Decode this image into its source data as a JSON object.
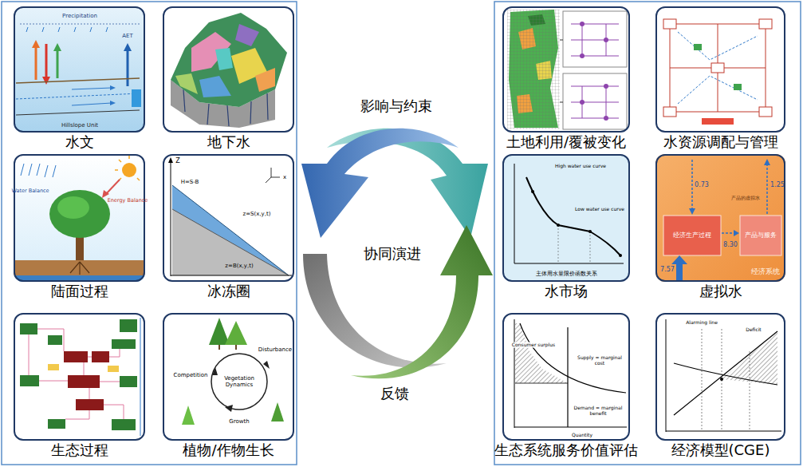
{
  "diagram": {
    "nodes": [
      {
        "text": [
          "水文"
        ]
      },
      {
        "text": [
          "地下水"
        ]
      },
      {
        "text": [
          "陆面过程"
        ]
      },
      {
        "text": [
          "冰冻圈"
        ]
      },
      {
        "text": [
          "生态过程"
        ]
      },
      {
        "text": [
          "植物/作物生长"
        ]
      },
      {
        "text": [
          "土地利用/覆被变化"
        ]
      },
      {
        "text": [
          "水资源调配与管理"
        ]
      },
      {
        "text": [
          "水市场"
        ]
      },
      {
        "text": [
          "虚拟水"
        ]
      },
      {
        "text": [
          "生态系统服务价值评估"
        ]
      },
      {
        "text": [
          "经济模型(CGE)"
        ]
      }
    ],
    "labels": [
      "影响与约束",
      "协同演进",
      "反馈",
      "Precipitation",
      "AET",
      "Hillslope Unit",
      "Water Balance",
      "Energy Balance",
      "Z",
      "x",
      "H=S-B",
      "z=S(x,y,t)",
      "z=B(x,y,t)",
      "Disturbance",
      "Competition",
      "Vegetation Dynamics",
      "Growth",
      "High water use curve",
      "Low water use curve",
      "主体用水量限价函数关系",
      "0.73",
      "1.25",
      "产品的虚拟水",
      "经济生产过程",
      "产品与服务",
      "8.30",
      "7.57",
      "经济系统",
      "Consumer surplus",
      "Supply = marginal cost",
      "Demand = marginal benefit",
      "Quantity",
      "Alarming line",
      "Deficit"
    ]
  }
}
